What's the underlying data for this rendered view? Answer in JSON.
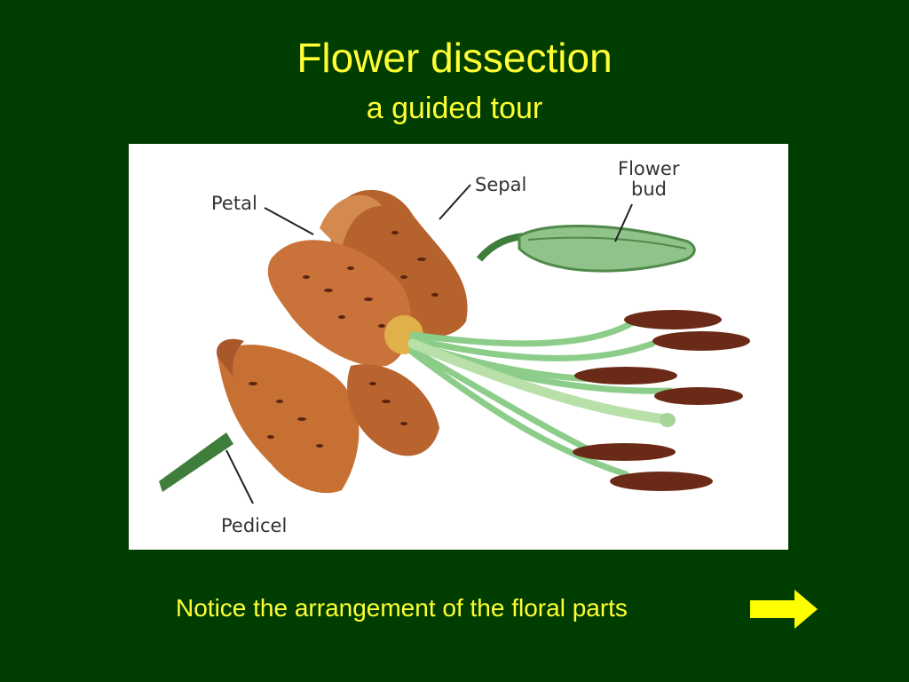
{
  "slide": {
    "title": "Flower dissection",
    "subtitle": "a guided tour",
    "caption": "Notice the arrangement of the floral parts"
  },
  "figure": {
    "labels": {
      "petal": "Petal",
      "sepal": "Sepal",
      "flower_bud_line1": "Flower",
      "flower_bud_line2": "bud",
      "pedicel": "Pedicel"
    }
  },
  "colors": {
    "background": "#003d00",
    "text_accent": "#ffff33",
    "arrow": "#ffff00",
    "tepal": "#c9733a",
    "stem": "#3f7d3a",
    "anther": "#6b2a17"
  },
  "icons": {
    "next": "right-arrow-icon"
  }
}
